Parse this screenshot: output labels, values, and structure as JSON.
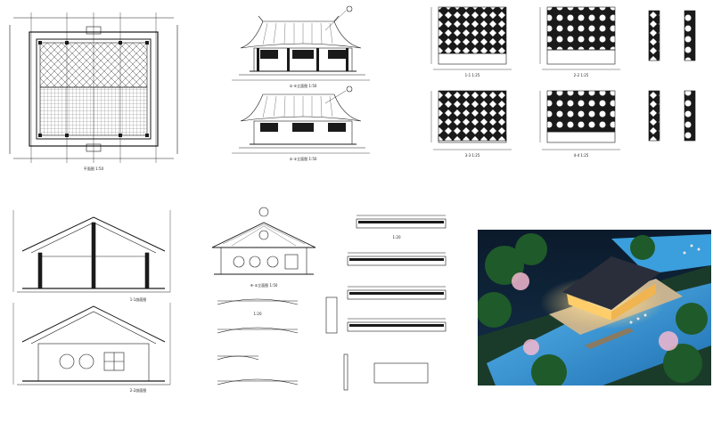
{
  "labels": {
    "plan": "平面图 1:50",
    "front_elevation": "①-⑤立面图 1:50",
    "side_elevation_1": "①-①立面图 1:50",
    "screen_1": "1-1 1:25",
    "screen_2": "2-2 1:25",
    "screen_3": "3-3 1:25",
    "screen_4": "4-4 1:25",
    "section_1": "1-1剖面图",
    "section_2": "2-2剖面图",
    "west_elevation": "④-①立面图 1:50",
    "detail_1": "1:20",
    "detail_2": "1:20"
  },
  "colors": {
    "line": "#1a1a1a",
    "paper": "#ffffff",
    "night_sky": "#0b1a2b",
    "water": "#2f8fd0",
    "light": "#ffd27a",
    "foliage": "#1f5a2a",
    "blossom": "#f3b8d0"
  }
}
